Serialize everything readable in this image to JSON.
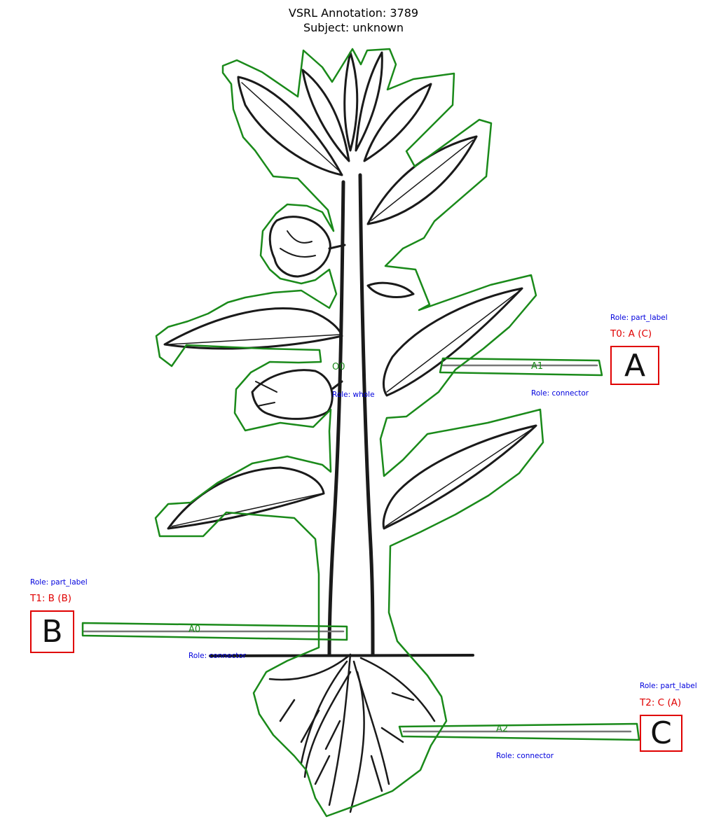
{
  "header": {
    "title_line1": "VSRL Annotation: 3789",
    "title_line2": "Subject: unknown"
  },
  "labels": {
    "A": {
      "letter": "A",
      "role": "Role: part_label",
      "tag": "T0: A (C)"
    },
    "B": {
      "letter": "B",
      "role": "Role: part_label",
      "tag": "T1: B (B)"
    },
    "C": {
      "letter": "C",
      "role": "Role: part_label",
      "tag": "T2: C (A)"
    }
  },
  "connectors": {
    "A0": {
      "id": "A0",
      "role": "Role: connector"
    },
    "A1": {
      "id": "A1",
      "role": "Role: connector"
    },
    "A2": {
      "id": "A2",
      "role": "Role: connector"
    }
  },
  "whole": {
    "id": "O0",
    "role": "Role: whole"
  },
  "colors": {
    "outline": "#1a8a1a",
    "label_box": "#e00000",
    "role_text": "#0000dd",
    "ink": "#1a1a1a"
  }
}
